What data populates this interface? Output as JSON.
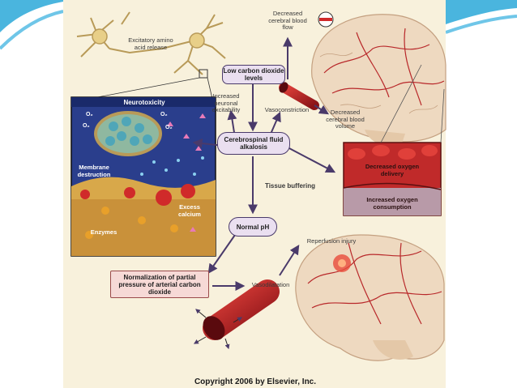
{
  "diagram": {
    "labels": {
      "excitatory": "Excitatory amino acid release",
      "decreased_flow": "Decreased cerebral blood flow",
      "low_co2": "Low carbon dioxide levels",
      "increased_excitability": "Increased neuronal excitability",
      "vasoconstriction": "Vasoconstriction",
      "decreased_volume": "Decreased cerebral blood volume",
      "csf_alkalosis": "Cerebrospinal fluid alkalosis",
      "decreased_oxygen_delivery": "Decreased oxygen delivery",
      "increased_oxygen_consumption": "Increased oxygen consumption",
      "tissue_buffering": "Tissue buffering",
      "normal_ph": "Normal pH",
      "reperfusion": "Reperfusion injury",
      "normalization": "Normalization of partial pressure of arterial carbon dioxide",
      "vasodilatation": "Vasodilatation"
    },
    "inset": {
      "title": "Neurotoxicity",
      "o2": "O₂",
      "membrane": "Membrane destruction",
      "excess_calcium": "Excess calcium",
      "enzymes": "Enzymes"
    },
    "copyright": "Copyright 2006 by Elsevier, Inc."
  },
  "colors": {
    "slide_accent": "#2aa8d8",
    "panel_bg": "#f8f1dc",
    "flow_box": "#eadff0",
    "flow_border": "#4a3a6a",
    "arrow": "#4a3a6a",
    "vessel": "#c0282a",
    "inset_bg": "#2a3e8c"
  }
}
